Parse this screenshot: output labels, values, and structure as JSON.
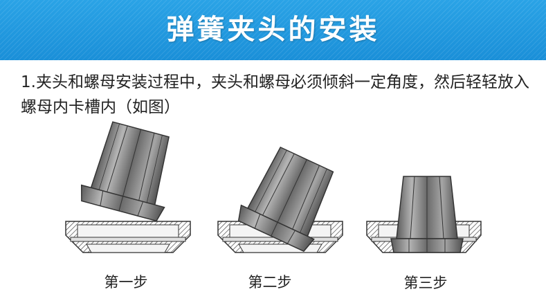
{
  "header": {
    "title": "弹簧夹头的安装",
    "background": "#1e96de"
  },
  "instruction": {
    "text": "1.夹头和螺母安装过程中，夹头和螺母必须倾斜一定角度，然后轻轻放入螺母内卡槽内（如图）"
  },
  "steps": [
    {
      "label": "第一步"
    },
    {
      "label": "第二步"
    },
    {
      "label": "第三步"
    }
  ],
  "colors": {
    "collet_dark": "#4a4a4a",
    "collet_mid": "#8a8a8a",
    "collet_light": "#c8c8c8",
    "nut_fill": "#f2f2f2",
    "nut_hatch": "#555555"
  }
}
